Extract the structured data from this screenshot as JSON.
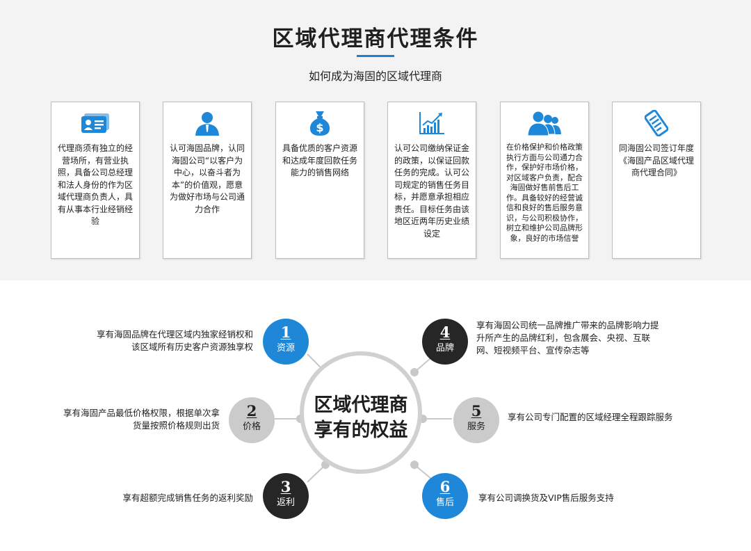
{
  "header": {
    "title": "区域代理商代理条件",
    "subtitle": "如何成为海固的区域代理商"
  },
  "conditions": [
    {
      "icon": "id-card-icon",
      "text": "代理商须有独立的经营场所，有营业执照，具备公司总经理和法人身份的作为区域代理商负责人，具有从事本行业经销经验"
    },
    {
      "icon": "person-icon",
      "text": "认可海固品牌，认同海固公司“以客户为中心，以奋斗者为本”的价值观，愿意为做好市场与公司通力合作"
    },
    {
      "icon": "money-bag-icon",
      "text": "具备优质的客户资源和达成年度回款任务能力的销售网络"
    },
    {
      "icon": "growth-chart-icon",
      "text": "认可公司缴纳保证金的政策，以保证回款任务的完成。认可公司规定的销售任务目标，并愿意承担相应责任。目标任务由该地区近两年历史业绩设定"
    },
    {
      "icon": "team-icon",
      "text": "在价格保护和价格政策执行方面与公司通力合作，保护好市场价格，对区域客户负责，配合海固做好售前售后工作。具备较好的经营诚信和良好的售后服务意识，与公司积极协作，树立和维护公司品牌形象，良好的市场信誉"
    },
    {
      "icon": "contract-icon",
      "text": "同海固公司签订年度《海固产品区域代理商代理合同》"
    }
  ],
  "benefits": {
    "center_line1": "区域代理商",
    "center_line2": "享有的权益",
    "items": [
      {
        "num": "1",
        "label": "资源",
        "color": "#1e87d8",
        "text": "享有海固品牌在代理区域内独家经销权和该区域所有历史客户资源独享权"
      },
      {
        "num": "2",
        "label": "价格",
        "color": "#cbcbcb",
        "text": "享有海固产品最低价格权限，根据单次拿货量按照价格规则出货"
      },
      {
        "num": "3",
        "label": "返利",
        "color": "#262626",
        "text": "享有超额完成销售任务的返利奖励"
      },
      {
        "num": "4",
        "label": "品牌",
        "color": "#262626",
        "text": "享有海固公司统一品牌推广带来的品牌影响力提升所产生的品牌红利，包含展会、央视、互联网、短视频平台、宣传杂志等"
      },
      {
        "num": "5",
        "label": "服务",
        "color": "#cbcbcb",
        "text": "享有公司专门配置的区域经理全程跟踪服务"
      },
      {
        "num": "6",
        "label": "售后",
        "color": "#1e87d8",
        "text": "享有公司调换货及VIP售后服务支持"
      }
    ]
  },
  "colors": {
    "accent": "#1a7fd4",
    "dark": "#262626",
    "gray": "#cbcbcb"
  }
}
